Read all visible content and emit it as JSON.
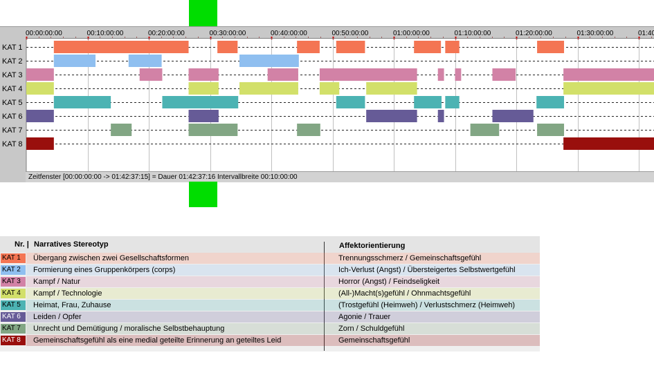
{
  "colors": {
    "kat1": "#f47553",
    "kat2": "#8fbff0",
    "kat3": "#d282a6",
    "kat4": "#d2e06a",
    "kat5": "#4cb3b3",
    "kat6": "#665b97",
    "kat7": "#82a684",
    "kat8": "#990f0d"
  },
  "chart_data": {
    "type": "timeline",
    "x_unit": "minutes",
    "xlim": [
      0,
      102.6
    ],
    "tick_labels": [
      "00:00:00:00",
      "00:10:00:00",
      "00:20:00:00",
      "00:30:00:00",
      "00:40:00:00",
      "00:50:00:00",
      "01:00:00:00",
      "01:10:00:00",
      "01:20:00:00",
      "01:30:00:00",
      "01:40"
    ],
    "tick_values": [
      0,
      10,
      20,
      30,
      40,
      50,
      60,
      70,
      80,
      90,
      100
    ],
    "rows": [
      {
        "label": "KAT 1",
        "color_key": "kat1",
        "segments": [
          [
            4.5,
            26.5
          ],
          [
            31.2,
            34.5
          ],
          [
            44.2,
            47.9
          ],
          [
            50.6,
            55.3
          ],
          [
            63.3,
            67.7
          ],
          [
            68.4,
            70.7
          ],
          [
            83.4,
            87.8
          ]
        ]
      },
      {
        "label": "KAT 2",
        "color_key": "kat2",
        "segments": [
          [
            4.5,
            11.3
          ],
          [
            16.7,
            22.1
          ],
          [
            34.8,
            44.5
          ]
        ]
      },
      {
        "label": "KAT 3",
        "color_key": "kat3",
        "segments": [
          [
            0,
            4.5
          ],
          [
            18.5,
            22.2
          ],
          [
            26.5,
            31.4
          ],
          [
            39.4,
            44.4
          ],
          [
            47.9,
            63.8
          ],
          [
            67.2,
            68.2
          ],
          [
            70.0,
            71.0
          ],
          [
            76.1,
            79.9
          ],
          [
            87.7,
            102.6
          ]
        ]
      },
      {
        "label": "KAT 4",
        "color_key": "kat4",
        "segments": [
          [
            0,
            4.5
          ],
          [
            26.5,
            31.4
          ],
          [
            34.8,
            44.4
          ],
          [
            47.9,
            51.1
          ],
          [
            55.5,
            63.8
          ],
          [
            87.7,
            102.6
          ]
        ]
      },
      {
        "label": "KAT 5",
        "color_key": "kat5",
        "segments": [
          [
            4.5,
            13.8
          ],
          [
            22.2,
            34.6
          ],
          [
            50.6,
            55.3
          ],
          [
            63.3,
            67.8
          ],
          [
            68.4,
            70.7
          ],
          [
            83.3,
            87.8
          ]
        ]
      },
      {
        "label": "KAT 6",
        "color_key": "kat6",
        "segments": [
          [
            0,
            4.5
          ],
          [
            26.5,
            31.4
          ],
          [
            55.5,
            63.8
          ],
          [
            67.2,
            68.2
          ],
          [
            76.1,
            82.8
          ]
        ]
      },
      {
        "label": "KAT 7",
        "color_key": "kat7",
        "segments": [
          [
            13.8,
            17.2
          ],
          [
            26.5,
            34.5
          ],
          [
            44.2,
            48.0
          ],
          [
            72.5,
            77.2
          ],
          [
            83.4,
            87.8
          ]
        ]
      },
      {
        "label": "KAT 8",
        "color_key": "kat8",
        "segments": [
          [
            0,
            4.5
          ],
          [
            87.7,
            102.6
          ]
        ]
      }
    ]
  },
  "status": "Zeitfenster [00:00:00:00 -> 01:42:37:15] = Dauer 01:42:37:16     Intervallbreite 00:10:00:00",
  "legend": {
    "header_nr": "Nr. |",
    "header_stereotyp": "Narratives Stereotyp",
    "header_affekt": "Affektorientierung",
    "rows": [
      {
        "kat": "KAT 1",
        "color_key": "kat1",
        "stereotyp": "Übergang zwischen zwei Gesellschaftsformen",
        "affekt": "Trennungsschmerz / Gemeinschaftsgefühl"
      },
      {
        "kat": "KAT 2",
        "color_key": "kat2",
        "stereotyp": "Formierung eines Gruppenkörpers (corps)",
        "affekt": "Ich-Verlust (Angst) / Übersteigertes Selbstwertgefühl"
      },
      {
        "kat": "KAT 3",
        "color_key": "kat3",
        "stereotyp": "Kampf / Natur",
        "affekt": "Horror (Angst) / Feindseligkeit"
      },
      {
        "kat": "KAT 4",
        "color_key": "kat4",
        "stereotyp": "Kampf / Technologie",
        "affekt": "(All-)Macht(s)gefühl / Ohnmachtsgefühl"
      },
      {
        "kat": "KAT 5",
        "color_key": "kat5",
        "stereotyp": "Heimat, Frau, Zuhause",
        "affekt": "(Trostgefühl (Heimweh) / Verlustschmerz (Heimweh)"
      },
      {
        "kat": "KAT 6",
        "color_key": "kat6",
        "stereotyp": "Leiden / Opfer",
        "affekt": "Agonie / Trauer"
      },
      {
        "kat": "KAT 7",
        "color_key": "kat7",
        "stereotyp": "Unrecht und Demütigung / moralische Selbstbehauptung",
        "affekt": "Zorn / Schuldgefühl"
      },
      {
        "kat": "KAT 8",
        "color_key": "kat8",
        "stereotyp": "Gemeinschaftsgefühl als eine medial geteilte Erinnerung an geteiltes Leid",
        "affekt": "Gemeinschaftsgefühl"
      }
    ]
  }
}
